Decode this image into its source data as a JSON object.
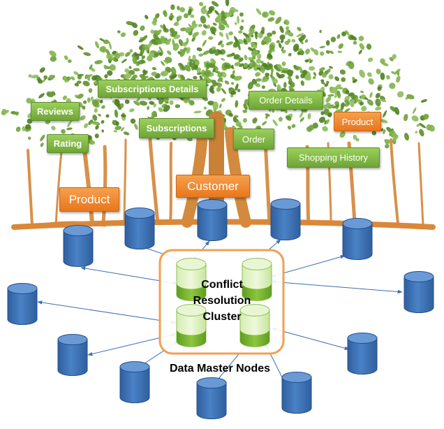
{
  "tags": {
    "subscriptions_details": "Subscriptions Details",
    "reviews": "Reviews",
    "rating": "Rating",
    "subscriptions": "Subscriptions",
    "order_details": "Order Details",
    "order": "Order",
    "product_small": "Product",
    "shopping_history": "Shopping History",
    "customer": "Customer",
    "product_large": "Product"
  },
  "cluster": {
    "line1": "Conflict",
    "line2": "Resolution",
    "line3": "Cluster"
  },
  "data_master_nodes_label": "Data Master Nodes",
  "colors": {
    "tree_foliage": "#6fa13a",
    "tree_trunk": "#d9883a",
    "tag_green": "#7db844",
    "tag_orange": "#ec7f25",
    "database_blue": "#3f74b8",
    "cluster_node_green": "#8cc63f",
    "cluster_border": "#f0a050",
    "connector": "#3a6fb0"
  }
}
